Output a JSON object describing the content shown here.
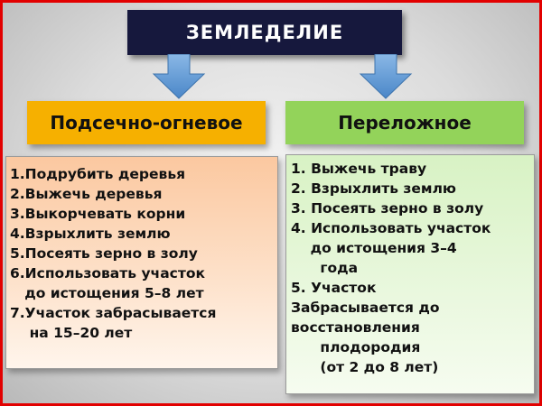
{
  "title": "ЗЕМЛЕДЕЛИЕ",
  "colors": {
    "title_bg": "#16183d",
    "left_header": "#f6b000",
    "right_header": "#93d35a",
    "arrow": "#5b9bd5",
    "frame": "#e20000"
  },
  "left": {
    "heading": "Подсечно-огневое",
    "lines": [
      "1.Подрубить деревья",
      "2.Выжечь деревья",
      "3.Выкорчевать корни",
      "4.Взрыхлить землю",
      "5.Посеять зерно в золу",
      "6.Использовать участок",
      "   до истощения 5–8 лет",
      "7.Участок забрасывается",
      "    на 15–20 лет"
    ]
  },
  "right": {
    "heading": "Переложное",
    "lines": [
      "1. Выжечь траву",
      "2. Взрыхлить землю",
      "3. Посеять зерно в золу",
      "4. Использовать участок",
      "    до истощения 3–4",
      "      года",
      "5. Участок",
      "Забрасывается до",
      "восстановления",
      "      плодородия",
      "      (от 2 до 8 лет)"
    ]
  }
}
